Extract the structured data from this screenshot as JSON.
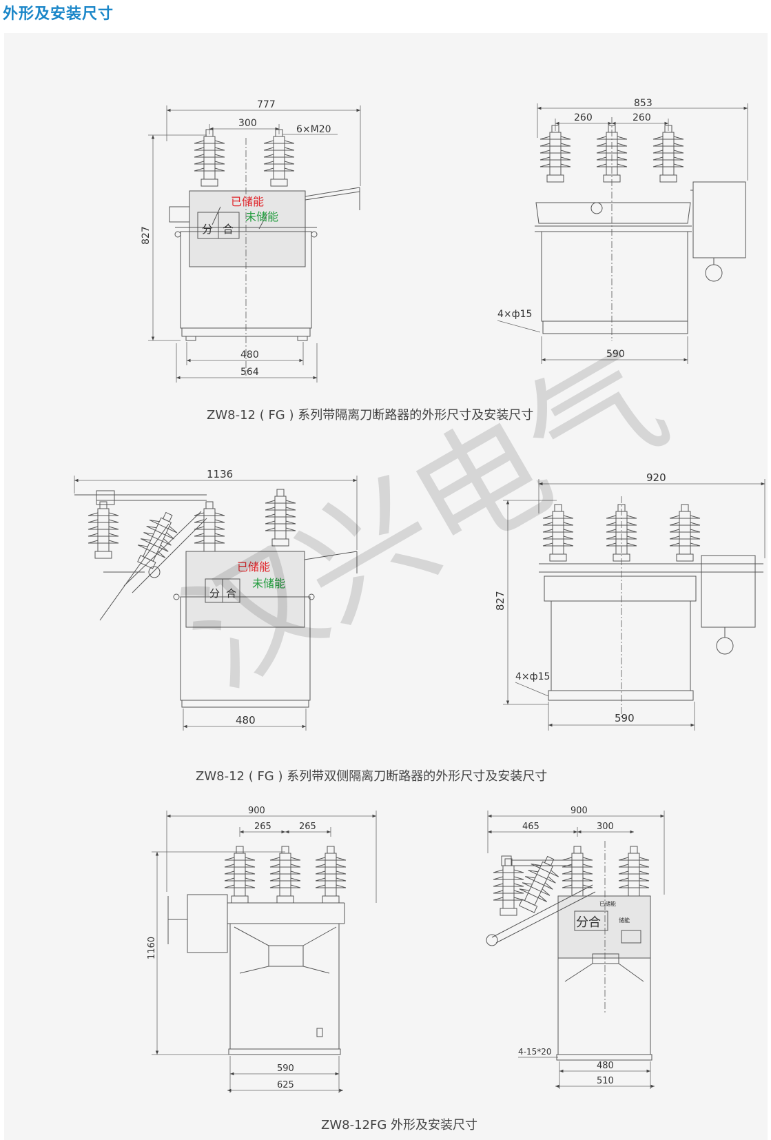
{
  "heading": "外形及安装尺寸",
  "figures": [
    {
      "caption": "ZW8-12 ( FG ) 系列带隔离刀断路器的外形尺寸及安装尺寸",
      "front": {
        "top": "777",
        "spacing": "300",
        "bolt": "6×M20",
        "height": "827",
        "base1": "480",
        "base2": "564",
        "stored": "已储能",
        "unstored": "未储能",
        "open": "分",
        "close": "合"
      },
      "side": {
        "top": "853",
        "s1": "260",
        "s2": "260",
        "holes": "4×ф15",
        "base": "590"
      }
    },
    {
      "caption": "ZW8-12 ( FG ) 系列带双侧隔离刀断路器的外形尺寸及安装尺寸",
      "front": {
        "top": "1136",
        "base": "480",
        "stored": "已储能",
        "unstored": "未储能",
        "open": "分",
        "close": "合"
      },
      "side": {
        "top": "920",
        "height": "827",
        "holes": "4×ф15",
        "base": "590"
      }
    },
    {
      "caption": "ZW8-12FG 外形及安装尺寸",
      "front": {
        "top": "900",
        "s1": "265",
        "s2": "265",
        "height": "1160",
        "base1": "590",
        "base2": "625"
      },
      "side": {
        "top": "900",
        "s1": "465",
        "s2": "300",
        "holes": "4-15*20",
        "base1": "480",
        "base2": "510",
        "stored": "已储能",
        "unstored": "储能",
        "panel": "分合"
      }
    }
  ],
  "watermark": "汉兴电气"
}
